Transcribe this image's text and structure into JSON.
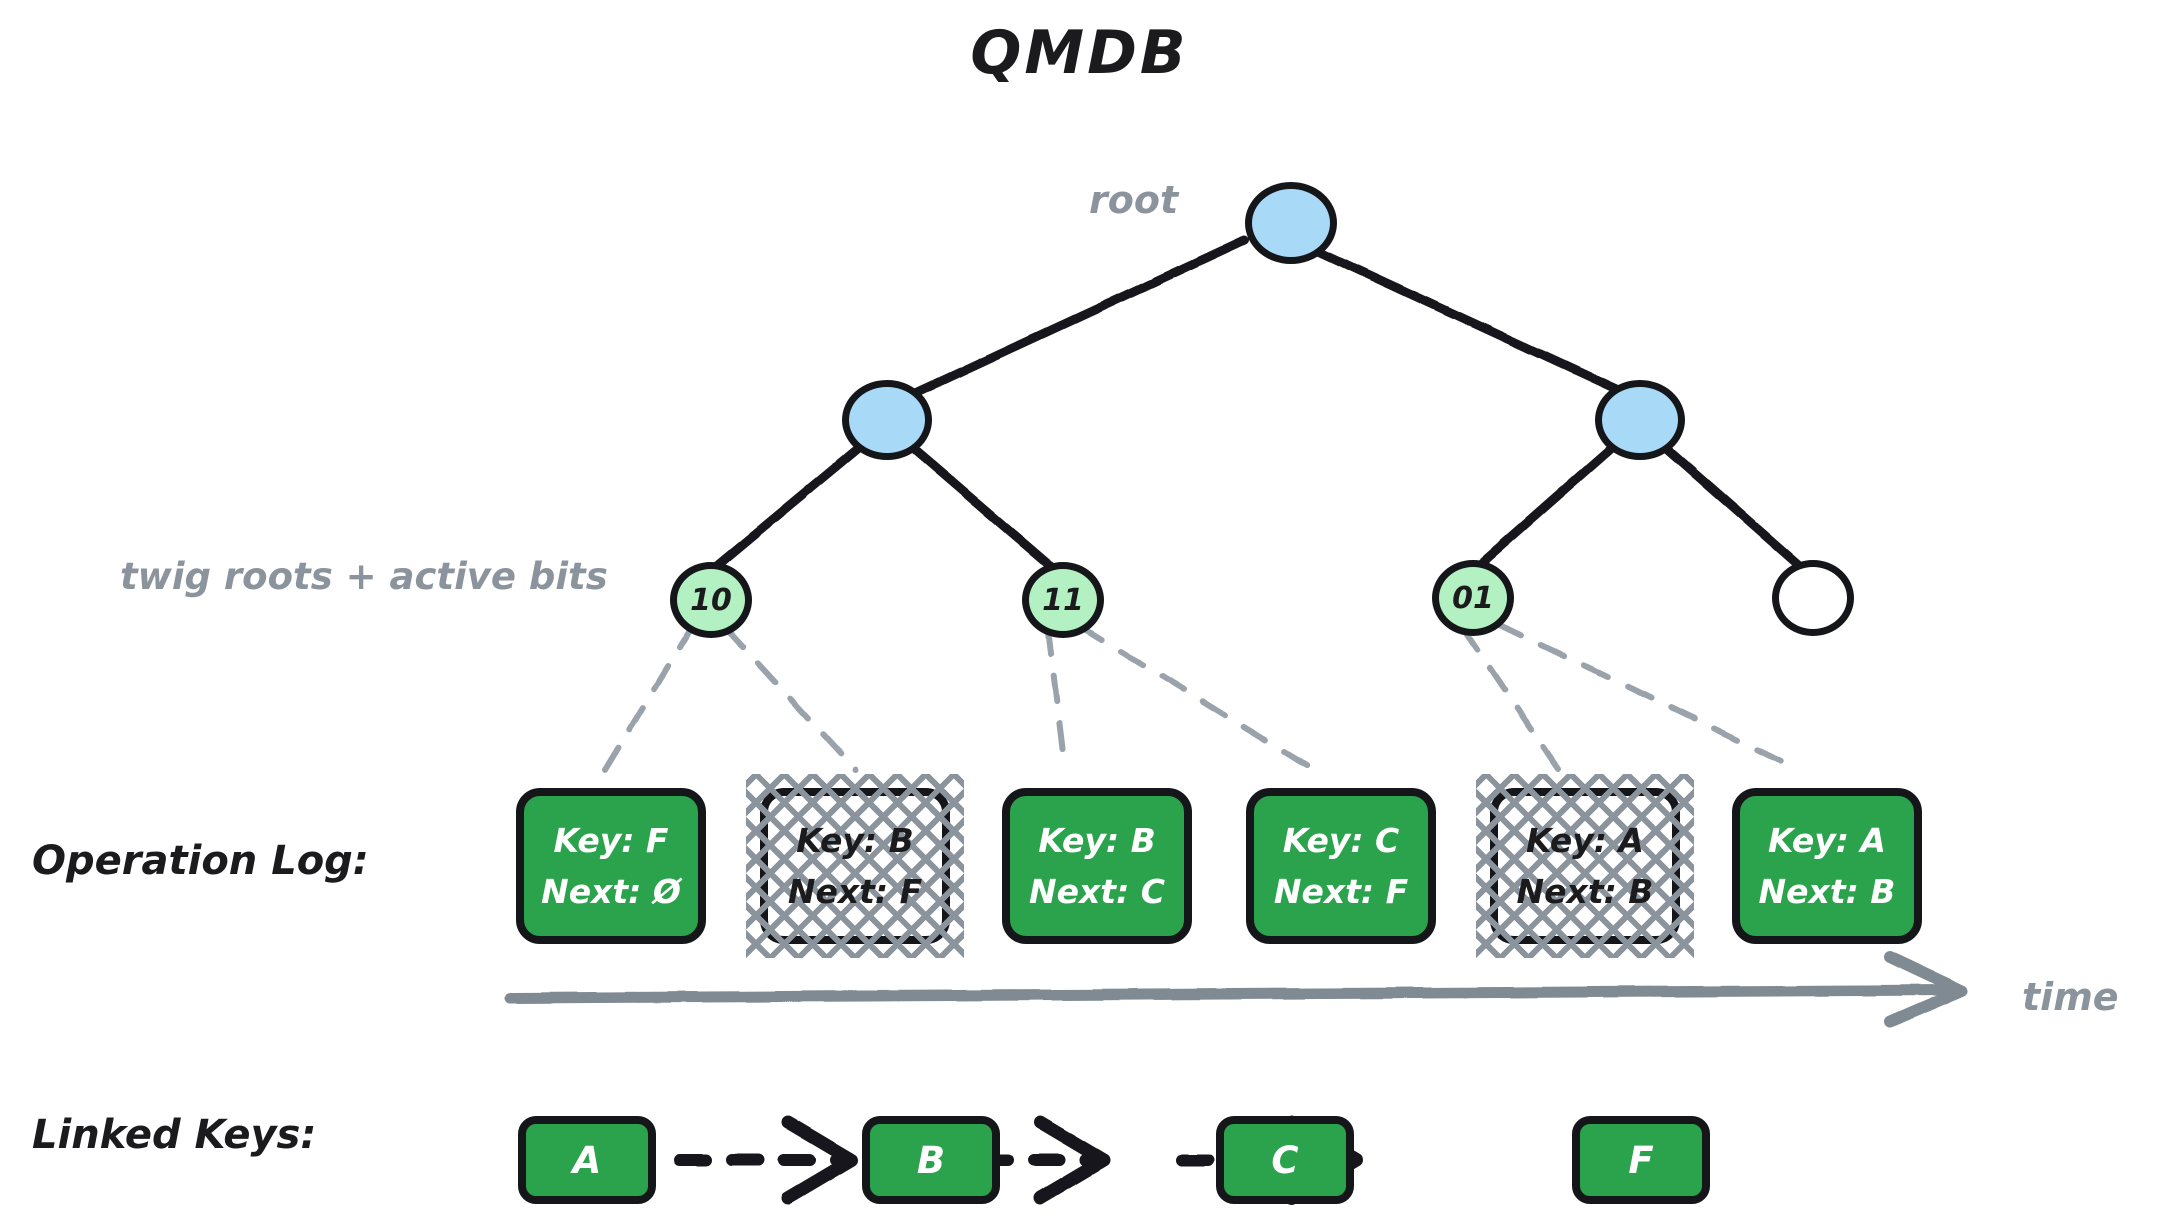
{
  "title": "QMDB",
  "labels": {
    "root": "root",
    "twig_roots": "twig roots + active bits",
    "operation_log": "Operation Log:",
    "linked_keys": "Linked Keys:",
    "time": "time"
  },
  "colors": {
    "internal_node_fill": "#a8daf8",
    "twig_node_fill": "#b3f0c2",
    "active_card_fill": "#2ba24c",
    "inactive_card_fill": "#ffffff",
    "stroke": "#15161a",
    "muted_text": "#8b949c",
    "hatch": "#8b949c",
    "time_arrow": "#808a93"
  },
  "tree": {
    "levels": [
      {
        "name": "root",
        "nodes": [
          {
            "id": "root",
            "label": "",
            "fill": "blue"
          }
        ]
      },
      {
        "name": "internal",
        "nodes": [
          {
            "id": "internal-left",
            "label": "",
            "fill": "blue"
          },
          {
            "id": "internal-right",
            "label": "",
            "fill": "blue"
          }
        ]
      },
      {
        "name": "twig",
        "nodes": [
          {
            "id": "twig-10",
            "label": "10",
            "fill": "green"
          },
          {
            "id": "twig-11",
            "label": "11",
            "fill": "green"
          },
          {
            "id": "twig-01",
            "label": "01",
            "fill": "green"
          },
          {
            "id": "twig-empty",
            "label": "",
            "fill": "empty"
          }
        ]
      }
    ]
  },
  "operation_log": {
    "entries": [
      {
        "key_line": "Key: F",
        "next_line": "Next: Ø",
        "active": true
      },
      {
        "key_line": "Key: B",
        "next_line": "Next: F",
        "active": false
      },
      {
        "key_line": "Key: B",
        "next_line": "Next: C",
        "active": true
      },
      {
        "key_line": "Key: C",
        "next_line": "Next: F",
        "active": true
      },
      {
        "key_line": "Key: A",
        "next_line": "Next: B",
        "active": false
      },
      {
        "key_line": "Key: A",
        "next_line": "Next: B",
        "active": true
      }
    ]
  },
  "linked_keys": {
    "nodes": [
      {
        "label": "A"
      },
      {
        "label": "B"
      },
      {
        "label": "C"
      },
      {
        "label": "F"
      }
    ],
    "arrow_style": "dashed"
  }
}
